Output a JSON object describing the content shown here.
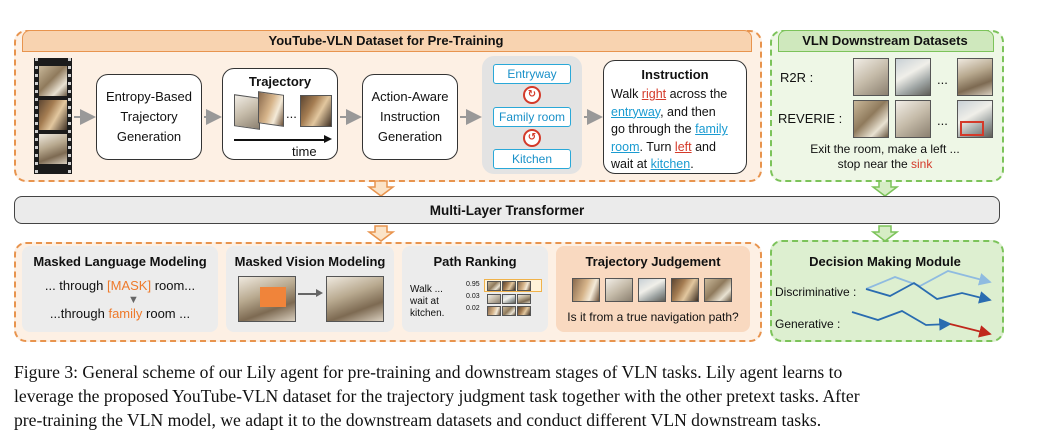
{
  "pretraining": {
    "title": "YouTube-VLN Dataset for Pre-Training",
    "entropy": [
      "Entropy-Based",
      "Trajectory",
      "Generation"
    ],
    "trajectory": {
      "title": "Trajectory",
      "axis": "time",
      "dots": "..."
    },
    "action_aware": [
      "Action-Aware",
      "Instruction",
      "Generation"
    ],
    "locations": [
      "Entryway",
      "Family room",
      "Kitchen"
    ],
    "instruction": {
      "title": "Instruction",
      "t1": "Walk ",
      "right": "right",
      "t2": " across the",
      "entryway": "entryway",
      "t3": ", and then",
      "t4": "go through the ",
      "family": "family",
      "room": "room",
      "t5": ". Turn ",
      "left": "left",
      "t6": " and",
      "t7": "wait at ",
      "kitchen": "kitchen",
      "t8": "."
    }
  },
  "downstream": {
    "title": "VLN Downstream Datasets",
    "r2r": "R2R :",
    "reverie": "REVERIE :",
    "dots": "...",
    "exit_line1": "Exit the room, make a left ...",
    "exit_line2a": "stop near the ",
    "exit_sink": "sink"
  },
  "transformer": {
    "label": "Multi-Layer Transformer"
  },
  "tasks": {
    "mlm": {
      "title": "Masked Language Modeling",
      "l1a": "... through ",
      "mask": "[MASK]",
      "l1b": " room...",
      "l2a": "...through ",
      "family": "family",
      "l2b": " room ..."
    },
    "mvm": {
      "title": "Masked Vision Modeling"
    },
    "pr": {
      "title": "Path Ranking",
      "text": [
        "Walk ...",
        "wait at",
        "kitchen."
      ],
      "scores": [
        "0.95",
        "0.03",
        "0.02"
      ]
    },
    "tj": {
      "title": "Trajectory Judgement",
      "question": "Is it from a true navigation path?"
    }
  },
  "decision": {
    "title": "Decision Making Module",
    "disc": "Discriminative :",
    "gen": "Generative :"
  },
  "caption": [
    "Figure 3: General scheme of our Lily agent for pre-training and downstream stages of VLN tasks. Lily agent learns to",
    "leverage the proposed YouTube-VLN dataset for the trajectory judgment task together with the other pretext tasks. After",
    "pre-training the VLN model, we adapt it to the downstream datasets and conduct different VLN downstream tasks."
  ],
  "colors": {
    "orange": "#e8944e",
    "green": "#7cc35a",
    "blue": "#1a9bd1",
    "red": "#d43a2a"
  }
}
